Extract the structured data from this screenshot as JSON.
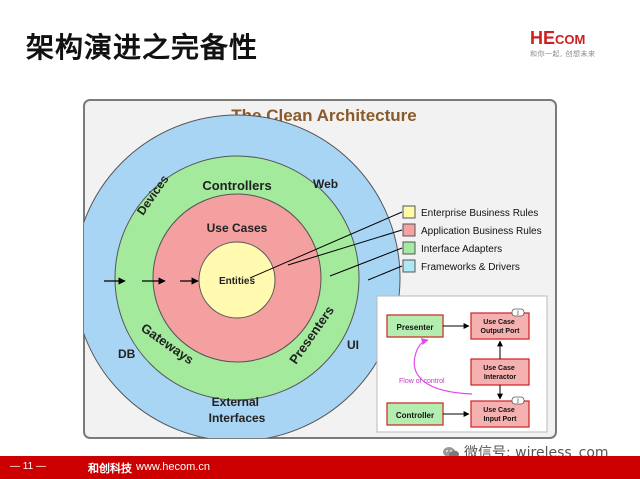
{
  "slide": {
    "title": "架构演进之完备性",
    "page_number": "— 11 —",
    "company_name": "和创科技",
    "company_url": "www.hecom.cn",
    "watermark": "微信号: wireless_com"
  },
  "logo": {
    "text_main": "HE",
    "text_small": "COM",
    "tagline": "和你一起, 创想未来"
  },
  "diagram": {
    "title": "The Clean Architecture",
    "rings": {
      "outer_labels": [
        "Devices",
        "Web",
        "DB",
        "UI",
        "External Interfaces"
      ],
      "second_labels": [
        "Controllers",
        "Gateways",
        "Presenters"
      ],
      "third_label": "Use Cases",
      "center_label": "Entities"
    },
    "legend": [
      {
        "label": "Enterprise Business Rules",
        "color": "#fff9a8"
      },
      {
        "label": "Application Business Rules",
        "color": "#f6a3a3"
      },
      {
        "label": "Interface Adapters",
        "color": "#a6e9a5"
      },
      {
        "label": "Frameworks & Drivers",
        "color": "#aee8f6"
      }
    ],
    "flow": {
      "presenter": "Presenter",
      "controller": "Controller",
      "output_port_line1": "Use Case",
      "output_port_line2": "Output Port",
      "interactor_line1": "Use Case",
      "interactor_line2": "Interactor",
      "input_port_line1": "Use Case",
      "input_port_line2": "Input Port",
      "flow_label": "Flow of control",
      "interface_tag": "I"
    },
    "colors": {
      "frame_bg": "#f2f2f2",
      "outer_ring": "#a9d5f5",
      "green_ring": "#a3ea9d",
      "red_ring": "#f4a0a0",
      "center": "#fffab0",
      "title": "#8a5a2a",
      "flow_box_border": "#cc2222",
      "flow_box_green": "#b3eeb0",
      "flow_box_red": "#f5b0b0",
      "flow_arrow": "#e14be6"
    }
  }
}
